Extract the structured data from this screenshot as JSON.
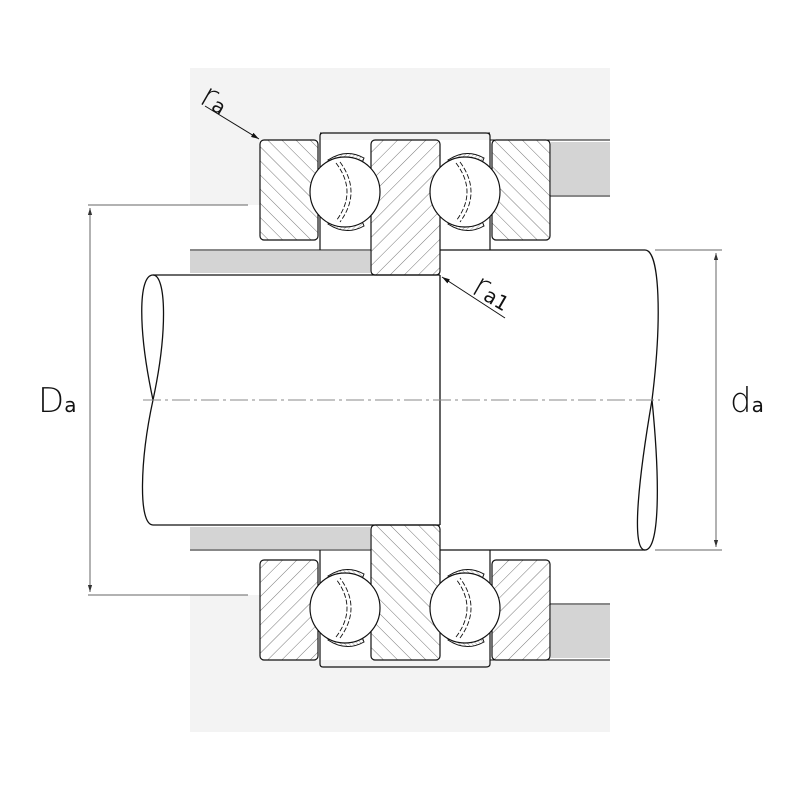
{
  "labels": {
    "Da": {
      "main": "D",
      "sub": "a"
    },
    "da": {
      "main": "d",
      "sub": "a"
    },
    "ra": {
      "main": "r",
      "sub": "a"
    },
    "ra1": {
      "main": "r",
      "sub": "a1"
    }
  },
  "colors": {
    "housing": "#f3f3f3",
    "spacer": "#d4d4d4",
    "line": "#111111",
    "dimension": "#888888"
  }
}
